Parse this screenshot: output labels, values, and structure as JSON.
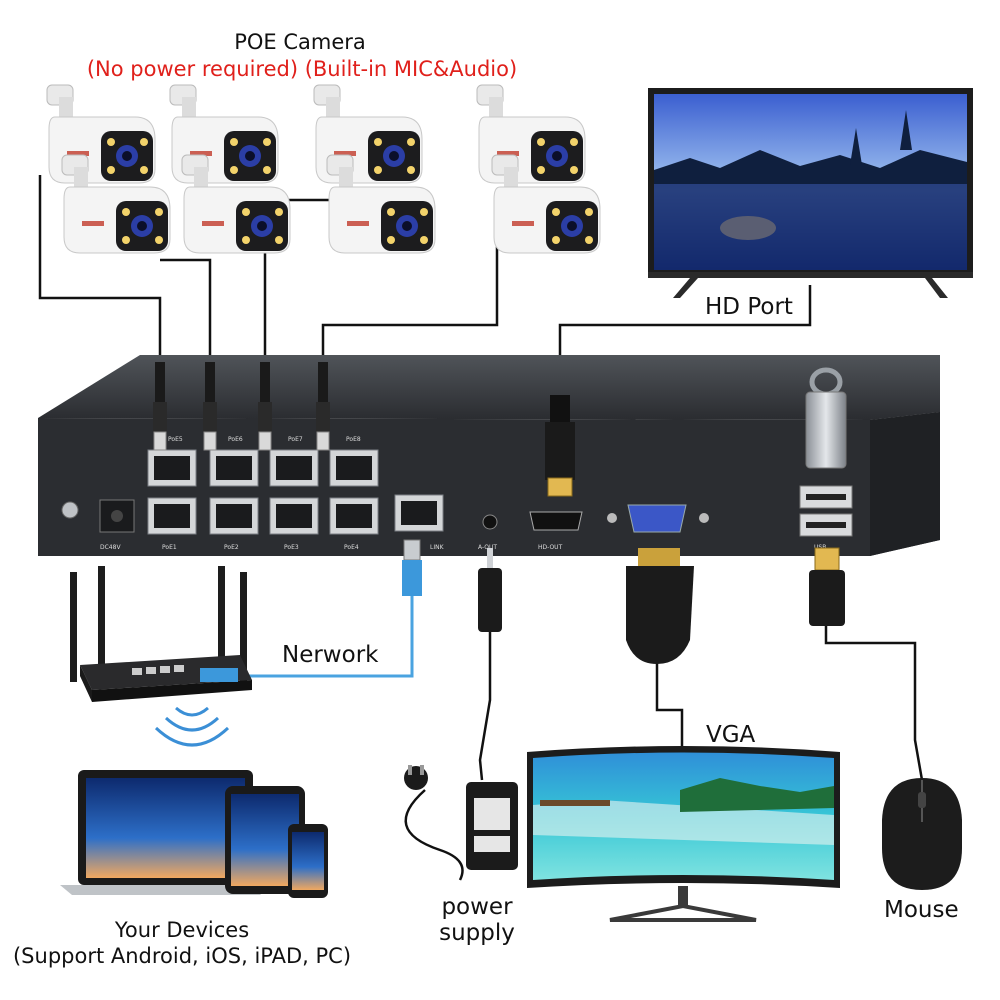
{
  "title": {
    "main": "POE Camera",
    "sub": "(No power required) (Built-in MIC&Audio)"
  },
  "labels": {
    "hd_port": "HD Port",
    "network": "Nerwork",
    "vga": "VGA",
    "power": "power",
    "supply": "supply",
    "mouse": "Mouse",
    "devices": "Your Devices",
    "devices_support": "(Support Android, iOS, iPAD, PC)"
  },
  "nvr_ports": {
    "poe_top": [
      "PoE5",
      "PoE6",
      "PoE7",
      "PoE8"
    ],
    "poe_bottom": [
      "PoE1",
      "PoE2",
      "PoE3",
      "PoE4"
    ],
    "dc": "DC48V",
    "lan": "LINK",
    "audio": "A-OUT",
    "hdmi": "HD-OUT",
    "usb": "USB"
  },
  "colors": {
    "accent_red": "#e0201b",
    "cable_blue": "#4aa3e0",
    "cable_black": "#111111",
    "nvr_body": "#2b2d31"
  }
}
